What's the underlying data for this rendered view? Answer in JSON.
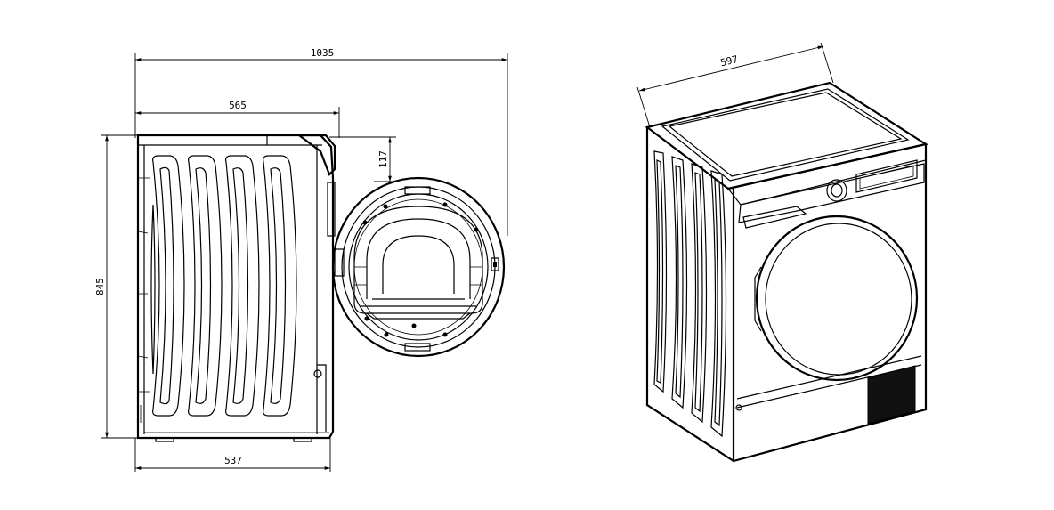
{
  "dimensions": {
    "total_depth_door_open": "1035",
    "body_depth": "565",
    "door_offset": "117",
    "height": "845",
    "base_depth": "537",
    "width": "597"
  },
  "colors": {
    "line": "#000000",
    "background": "#ffffff"
  }
}
